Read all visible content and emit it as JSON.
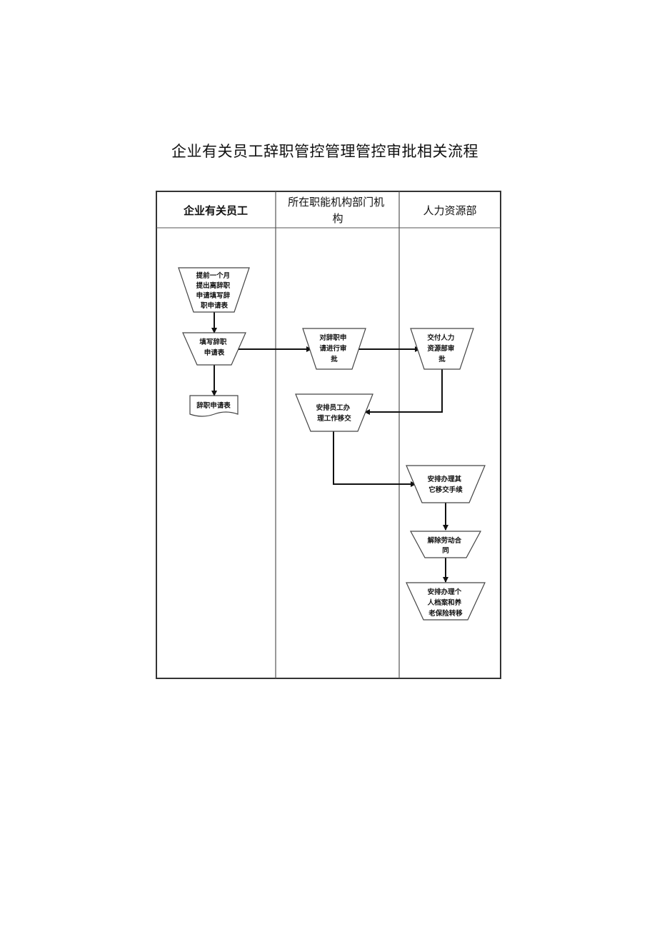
{
  "title": "企业有关员工辞职管控管理管控审批相关流程",
  "lanes": [
    {
      "lines": [
        "企业有关员工"
      ]
    },
    {
      "lines": [
        "所在职能机构部门机",
        "构"
      ]
    },
    {
      "lines": [
        "人力资源部"
      ]
    }
  ],
  "nodes": {
    "n1": {
      "lines": [
        "提前一个月",
        "提出离辞职",
        "申请填写辞",
        "职申请表"
      ]
    },
    "n2": {
      "lines": [
        "填写辞职",
        "申请表"
      ]
    },
    "n3": {
      "lines": [
        "辞职申请表"
      ]
    },
    "n4": {
      "lines": [
        "对辞职申",
        "请进行审",
        "批"
      ]
    },
    "n5": {
      "lines": [
        "交付人力",
        "资源部审",
        "批"
      ]
    },
    "n6": {
      "lines": [
        "安排员工办",
        "理工作移交"
      ]
    },
    "n7": {
      "lines": [
        "安排办理其",
        "它移交手续"
      ]
    },
    "n8": {
      "lines": [
        "解除劳动合",
        "同"
      ]
    },
    "n9": {
      "lines": [
        "安排办理个",
        "人档案和养",
        "老保险转移"
      ]
    }
  }
}
